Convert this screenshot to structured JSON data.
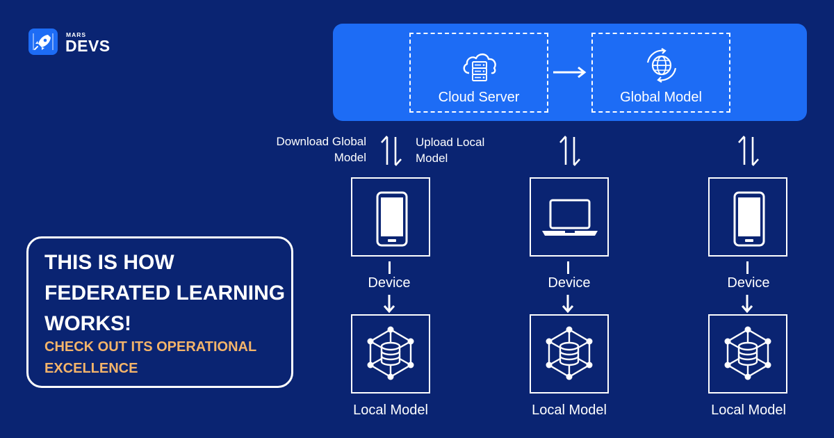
{
  "logo": {
    "small_text": "MARS",
    "big_text": "DEVS",
    "icon": "rocket-icon"
  },
  "server_panel": {
    "cloud_server_label": "Cloud Server",
    "cloud_server_icon": "cloud-server-icon",
    "global_model_label": "Global Model",
    "global_model_icon": "globe-sync-icon"
  },
  "sync": {
    "download_label": "Download Global Model",
    "upload_label": "Upload Local Model",
    "icon": "bidirectional-arrows-icon"
  },
  "columns": [
    {
      "device_icon": "smartphone-icon",
      "device_label": "Device",
      "model_icon": "database-network-icon",
      "model_label": "Local Model"
    },
    {
      "device_icon": "laptop-icon",
      "device_label": "Device",
      "model_icon": "database-network-icon",
      "model_label": "Local Model"
    },
    {
      "device_icon": "smartphone-icon",
      "device_label": "Device",
      "model_icon": "database-network-icon",
      "model_label": "Local Model"
    }
  ],
  "callout": {
    "title": "THIS IS HOW FEDERATED LEARNING WORKS!",
    "subtitle": "CHECK OUT ITS OPERATIONAL EXCELLENCE"
  },
  "colors": {
    "background": "#0a2472",
    "panel": "#1d6cf5",
    "accent_text": "#f4b46a",
    "foreground": "#ffffff"
  }
}
